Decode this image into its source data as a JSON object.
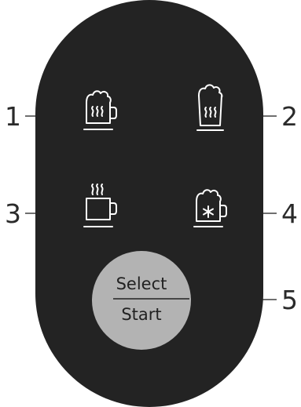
{
  "colors": {
    "panel": "#232323",
    "icon_stroke": "#ffffff",
    "button_fill": "#b3b3b3",
    "button_text": "#222222",
    "callout_line": "#6f6f6f",
    "callout_text": "#2a2a2a"
  },
  "callouts": [
    {
      "number": "1",
      "icon": "frothy-milk-mug-icon"
    },
    {
      "number": "2",
      "icon": "latte-glass-icon"
    },
    {
      "number": "3",
      "icon": "steaming-coffee-cup-icon"
    },
    {
      "number": "4",
      "icon": "iced-coffee-mug-icon"
    },
    {
      "number": "5",
      "icon": "select-start-button"
    }
  ],
  "button": {
    "top_label": "Select",
    "bottom_label": "Start"
  }
}
